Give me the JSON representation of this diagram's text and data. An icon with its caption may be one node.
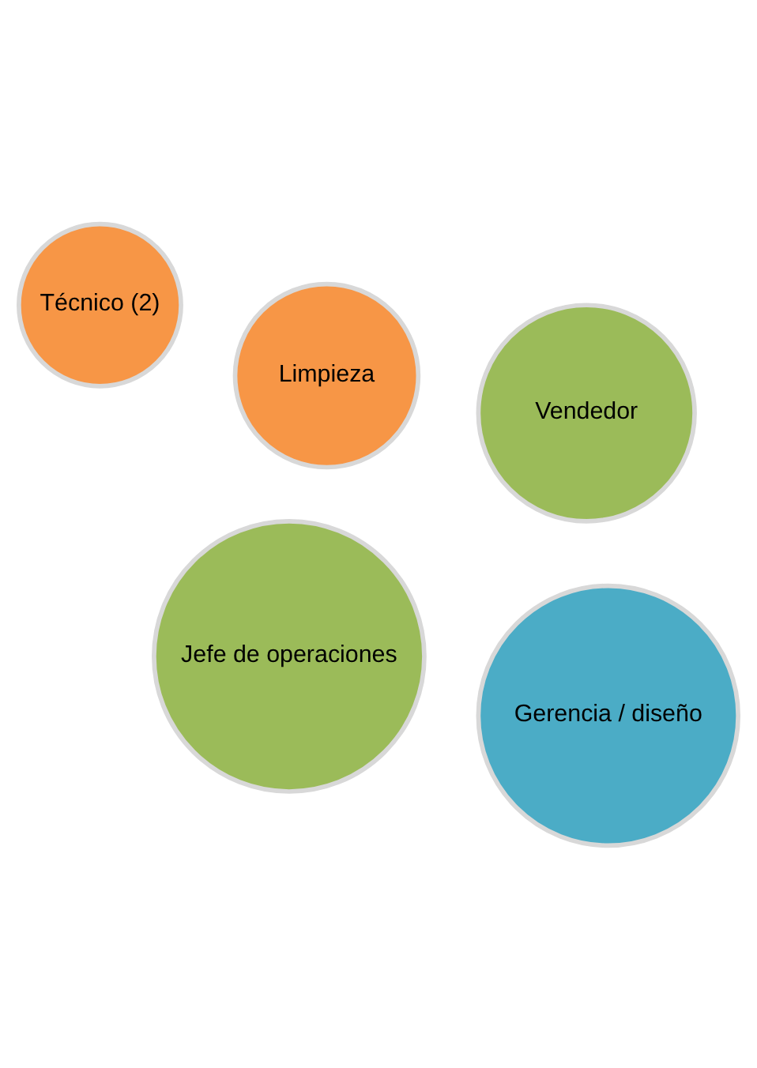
{
  "diagram": {
    "nodes": [
      {
        "text": [
          "Técnico (2)"
        ]
      },
      {
        "text": [
          "Limpieza"
        ]
      },
      {
        "text": [
          "Jefe de operaciones"
        ]
      },
      {
        "text": [
          "Vendedor"
        ]
      },
      {
        "text": [
          "Gerencia / diseño"
        ]
      }
    ]
  }
}
